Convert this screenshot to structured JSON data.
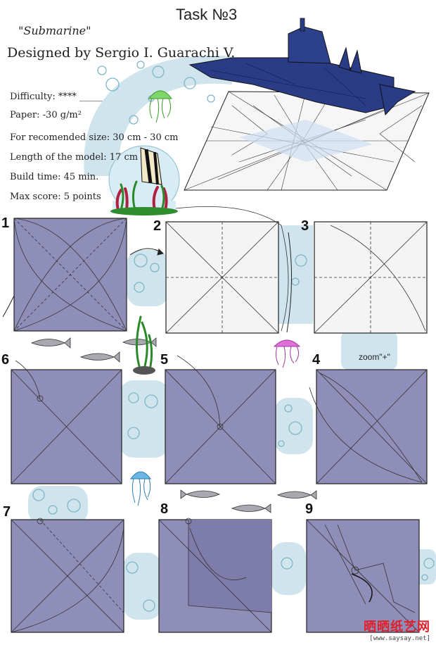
{
  "header": {
    "task": "Task №3",
    "model_name": "\"Submarine\"",
    "designer": "Designed by Sergio I. Guarachi V."
  },
  "info": {
    "difficulty": "Difficulty: **** _____",
    "paper": "Paper: -30 g/m²",
    "size": "For recomended size: 30 cm - 30 cm",
    "length": "Length of the model: 17 cm",
    "time": "Build time:  45 min.",
    "score": "Max score: 5 points"
  },
  "steps": [
    "1",
    "2",
    "3",
    "4",
    "5",
    "6",
    "7",
    "8",
    "9"
  ],
  "zoom_label": "zoom\"+\"",
  "watermark": {
    "main": "晒晒纸艺网",
    "url": "[www.saysay.net]"
  },
  "colors": {
    "paper_color": "#8f8eb8",
    "paper_white": "#f4f4f4",
    "bubble_path": "#cfe4ec",
    "submarine": "#2a3c86",
    "watermark_red": "#e0202a"
  },
  "icons": [
    "submarine-icon",
    "jellyfish-icon",
    "fish-icon",
    "seaweed-icon",
    "aquarium-icon",
    "bubble-icon"
  ]
}
